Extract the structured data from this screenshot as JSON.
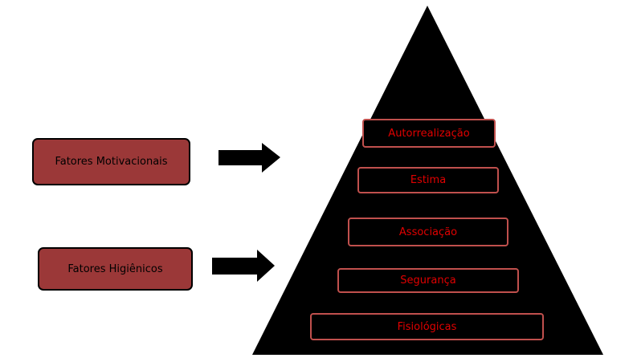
{
  "colors": {
    "box_fill": "#9b3838",
    "pyramid_fill": "#000000",
    "level_border": "#c0504d",
    "level_text": "#e00000"
  },
  "factors": [
    {
      "label": "Fatores Motivacionais"
    },
    {
      "label": "Fatores Higiênicos"
    }
  ],
  "pyramid": {
    "levels": [
      {
        "label": "Autorrealização"
      },
      {
        "label": "Estima"
      },
      {
        "label": "Associação"
      },
      {
        "label": "Segurança"
      },
      {
        "label": "Fisiológicas"
      }
    ]
  }
}
